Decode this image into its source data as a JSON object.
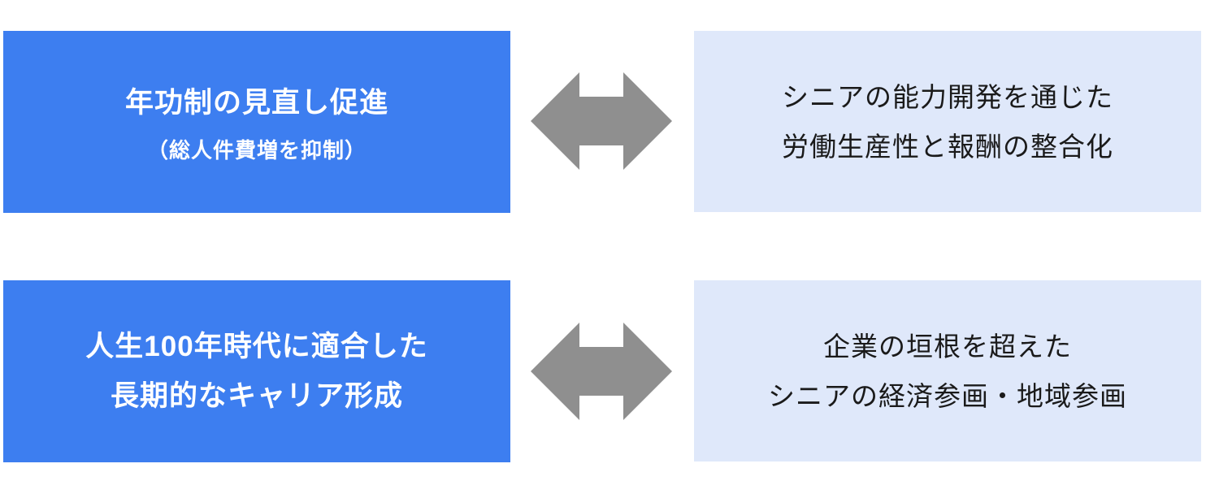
{
  "colors": {
    "primary_blue": "#3d7ef0",
    "light_blue": "#dfe8fa",
    "arrow_gray": "#8f8f8f",
    "text_on_blue": "#ffffff",
    "text_on_light": "#1a1a1a"
  },
  "rows": [
    {
      "left": {
        "main_line": "年功制の見直し促進",
        "sub_line": "（総人件費増を抑制）"
      },
      "right": {
        "lines": [
          "シニアの能力開発を通じた",
          "労働生産性と報酬の整合化"
        ]
      }
    },
    {
      "left": {
        "lines": [
          "人生100年時代に適合した",
          "長期的なキャリア形成"
        ]
      },
      "right": {
        "lines": [
          "企業の垣根を超えた",
          "シニアの経済参画・地域参画"
        ]
      }
    }
  ]
}
